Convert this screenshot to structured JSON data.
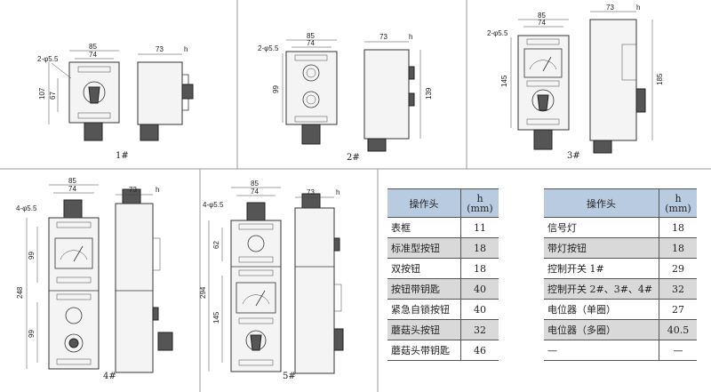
{
  "diagrams": [
    {
      "id": "1#",
      "caption": "1#",
      "dims": {
        "w": "85",
        "w2": "74",
        "holes": "2-φ5.5",
        "h1": "107",
        "h2": "67",
        "depth": "73",
        "h": "h"
      }
    },
    {
      "id": "2#",
      "caption": "2#",
      "dims": {
        "w": "85",
        "w2": "74",
        "holes": "2-φ5.5",
        "h1": "99",
        "h2": "139",
        "depth": "73",
        "h": "h"
      }
    },
    {
      "id": "3#",
      "caption": "3#",
      "dims": {
        "w": "85",
        "w2": "74",
        "holes": "2-φ5.5",
        "h1": "145",
        "h2": "185",
        "depth": "73",
        "h": "h"
      }
    },
    {
      "id": "4#",
      "caption": "4#",
      "dims": {
        "w": "85",
        "w2": "74",
        "holes": "4-φ5.5",
        "h1": "99",
        "h2": "248",
        "h3": "99",
        "depth": "73",
        "h": "h"
      }
    },
    {
      "id": "5#",
      "caption": "5#",
      "dims": {
        "w": "85",
        "w2": "74",
        "holes": "4-φ5.5",
        "h1": "62",
        "h2": "294",
        "h3": "145",
        "depth": "73",
        "h": "h"
      }
    }
  ],
  "table1": {
    "headers": [
      "操作头",
      "h",
      "(mm)"
    ],
    "rows": [
      {
        "name": "表框",
        "h": "11",
        "shade": false
      },
      {
        "name": "标准型按钮",
        "h": "18",
        "shade": true
      },
      {
        "name": "双按钮",
        "h": "18",
        "shade": false
      },
      {
        "name": "按钮带钥匙",
        "h": "40",
        "shade": true
      },
      {
        "name": "紧急自锁按钮",
        "h": "40",
        "shade": false
      },
      {
        "name": "蘑菇头按钮",
        "h": "32",
        "shade": true
      },
      {
        "name": "蘑菇头带钥匙",
        "h": "46",
        "shade": false
      }
    ]
  },
  "table2": {
    "headers": [
      "操作头",
      "h",
      "(mm)"
    ],
    "rows": [
      {
        "name": "信号灯",
        "h": "18",
        "shade": false
      },
      {
        "name": "带灯按钮",
        "h": "18",
        "shade": true
      },
      {
        "name": "控制开关 1#",
        "h": "29",
        "shade": false
      },
      {
        "name": "控制开关 2#、3#、4#",
        "h": "32",
        "shade": true
      },
      {
        "name": "电位器（单圈）",
        "h": "27",
        "shade": false
      },
      {
        "name": "电位器（多圈）",
        "h": "40.5",
        "shade": true
      },
      {
        "name": "—",
        "h": "—",
        "shade": false
      }
    ]
  }
}
